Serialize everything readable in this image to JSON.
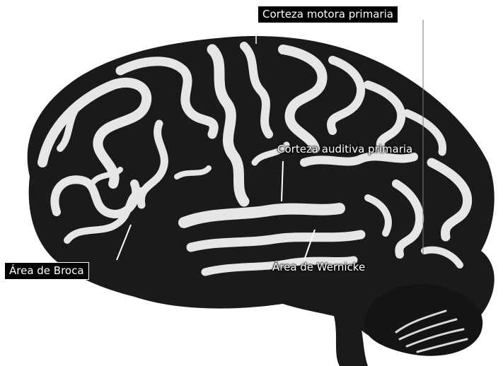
{
  "labels": {
    "motor_cortex": "Corteza motora primaria",
    "auditory_cortex": "Corteza auditiva primaria",
    "broca": "Área de Broca",
    "wernicke": "Área de Wernicke"
  },
  "colors": {
    "background": "#ffffff",
    "brain_dark": "#111111",
    "brain_light": "#e6e6e6",
    "label_box": "#000000",
    "label_text": "#ffffff"
  }
}
